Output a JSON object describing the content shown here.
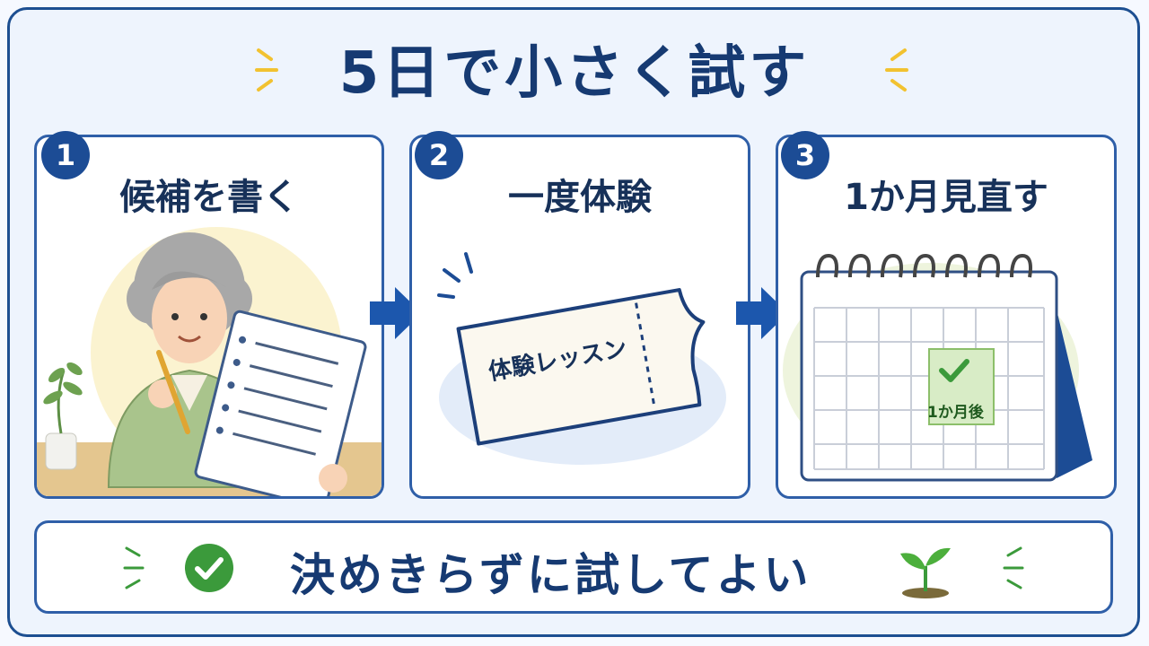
{
  "title": "5日で小さく試す",
  "steps": [
    {
      "number": "1",
      "title": "候補を書く"
    },
    {
      "number": "2",
      "title": "一度体験"
    },
    {
      "number": "3",
      "title": "1か月見直す"
    }
  ],
  "ticket_label": "体験レッスン",
  "calendar_label": "1か月後",
  "footer_text": "決めきらずに試してよい",
  "colors": {
    "navy": "#1c4c95",
    "accent_yellow": "#f2c230",
    "green": "#3b9a3b"
  }
}
